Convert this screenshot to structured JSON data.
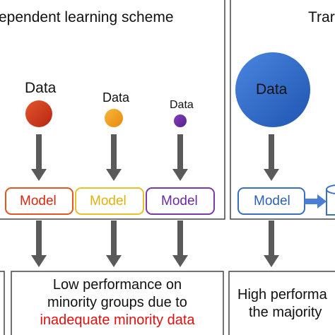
{
  "panels": {
    "independent": {
      "title": "ependent learning scheme",
      "data_labels": [
        "Data",
        "Data",
        "Data"
      ],
      "model_labels": [
        "Model",
        "Model",
        "Model"
      ],
      "bottom_text_line1": "Low performance on",
      "bottom_text_line2": "minority groups due to",
      "bottom_text_line3": "inadequate minority data"
    },
    "transfer": {
      "title": "Trar",
      "data_label": "Data",
      "model_label": "Model",
      "bottom_text_line1": "High performa",
      "bottom_text_line2": "the majority"
    }
  },
  "colors": {
    "red": "#d9391c",
    "orange": "#f2a21a",
    "purple": "#6a2aa0",
    "blue": "#2f6fd1",
    "model_red_border": "#e5551f",
    "model_orange_border": "#e8c12a",
    "model_purple_border": "#7a3aa8",
    "model_blue_border": "#3a6fc2",
    "highlight_text": "#e01010",
    "arrow": "#5a5a5a",
    "arrow_edge": "#333333"
  },
  "icons": [
    "database-icon"
  ]
}
